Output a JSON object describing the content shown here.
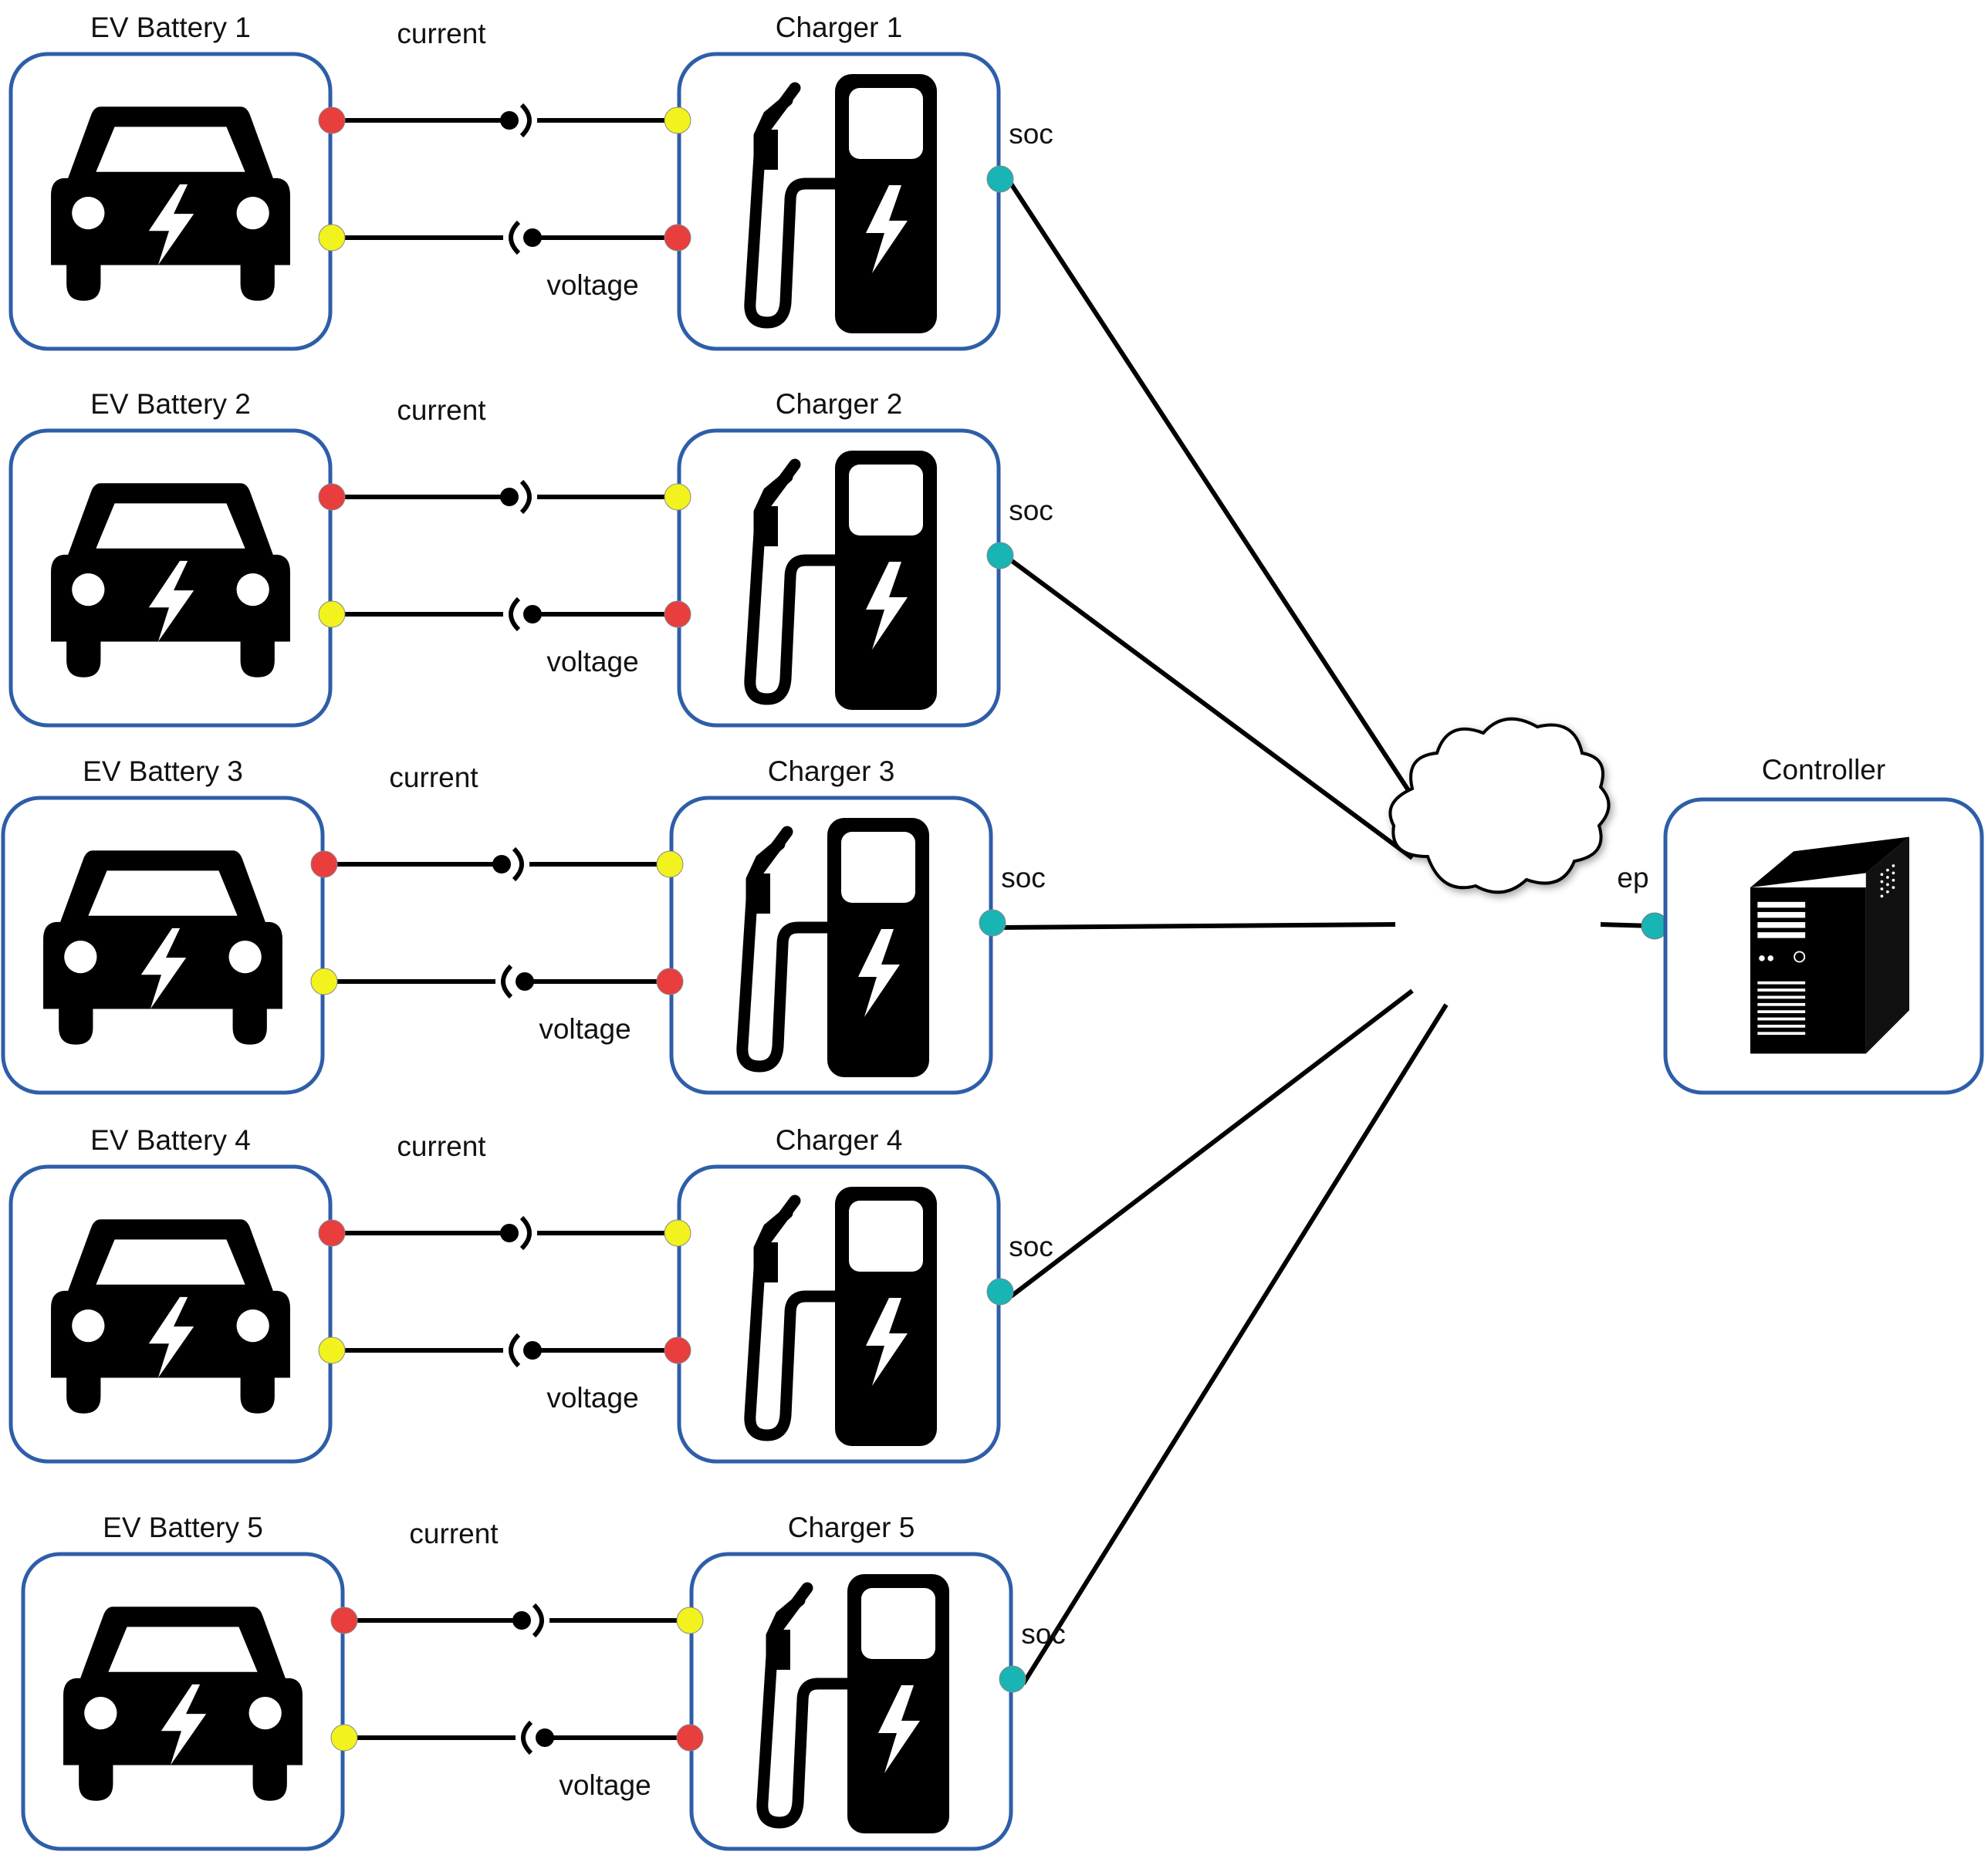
{
  "colors": {
    "node_border": "#2e5ea8",
    "port_red": "#e83e3e",
    "port_yellow": "#f2f21e",
    "port_cyan": "#19b4b4",
    "line": "#000000"
  },
  "rows": [
    {
      "battery": "EV Battery 1",
      "charger": "Charger 1",
      "current": "current",
      "voltage": "voltage",
      "soc": "soc"
    },
    {
      "battery": "EV Battery 2",
      "charger": "Charger 2",
      "current": "current",
      "voltage": "voltage",
      "soc": "soc"
    },
    {
      "battery": "EV Battery 3",
      "charger": "Charger 3",
      "current": "current",
      "voltage": "voltage",
      "soc": "soc"
    },
    {
      "battery": "EV Battery 4",
      "charger": "Charger 4",
      "current": "current",
      "voltage": "voltage",
      "soc": "soc"
    },
    {
      "battery": "EV Battery 5",
      "charger": "Charger 5",
      "current": "current",
      "voltage": "voltage",
      "soc": "soc"
    }
  ],
  "controller": {
    "label": "Controller",
    "port": "ep"
  },
  "icons": {
    "battery": "electric-car-icon",
    "charger": "charging-station-icon",
    "network": "cloud-icon",
    "controller": "server-tower-icon"
  }
}
